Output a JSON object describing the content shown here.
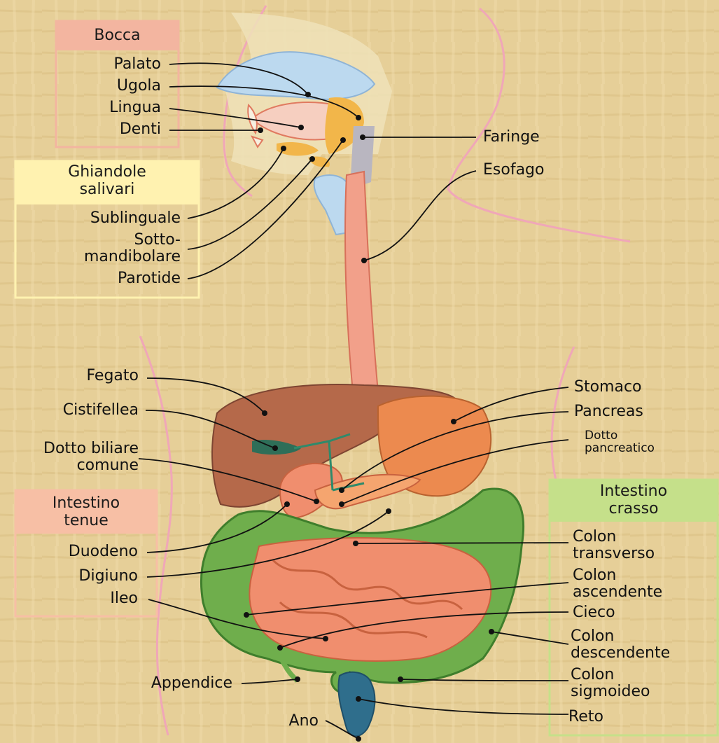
{
  "colors": {
    "background": "#e6cf98",
    "mouth_box": "#f3b5a0",
    "salivary_box": "#fff2b0",
    "small_intestine_box": "#f7bfa5",
    "large_intestine_box": "#c5e08a",
    "liver": "#b5694a",
    "stomach": "#ec8a4f",
    "small_intestine": "#f08e6e",
    "large_intestine": "#6fae4c",
    "esophagus": "#f2a08a",
    "rectum": "#2f6e8c",
    "body_outline": "#f0a7b8"
  },
  "boxes": {
    "mouth": "Bocca",
    "salivary": "Ghiandole\nsalivari",
    "small_intestine": "Intestino\ntenue",
    "large_intestine": "Intestino\ncrasso"
  },
  "labels": {
    "palato": "Palato",
    "ugola": "Ugola",
    "lingua": "Lingua",
    "denti": "Denti",
    "faringe": "Faringe",
    "esofago": "Esofago",
    "sublinguale": "Sublinguale",
    "sottomandibolare": "Sotto-\nmandibolare",
    "parotide": "Parotide",
    "fegato": "Fegato",
    "cistifellea": "Cistifellea",
    "dotto_biliare": "Dotto biliare\ncomune",
    "duodeno": "Duodeno",
    "digiuno": "Digiuno",
    "ileo": "Ileo",
    "appendice": "Appendice",
    "ano": "Ano",
    "stomaco": "Stomaco",
    "pancreas": "Pancreas",
    "dotto_pancreatico": "Dotto\npancreatico",
    "colon_transverso": "Colon\ntransverso",
    "colon_ascendente": "Colon\nascendente",
    "cieco": "Cieco",
    "colon_discendente": "Colon\ndescendente",
    "colon_sigmoideo": "Colon\nsigmoideo",
    "reto": "Reto"
  }
}
